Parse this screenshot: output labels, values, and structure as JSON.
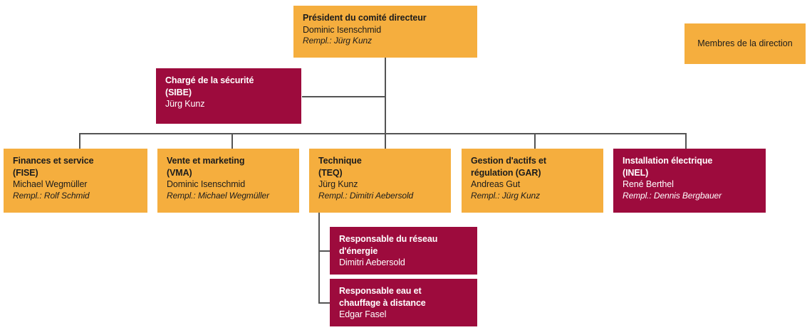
{
  "diagram": {
    "type": "org-chart",
    "language": "fr",
    "colors": {
      "orange": "#f5ae3e",
      "dark_red": "#9d0b3d",
      "connector": "#545454",
      "background": "#ffffff",
      "text_dark": "#1c1c1c",
      "text_light": "#ffffff"
    }
  },
  "legend": {
    "label": "Membres de la direction",
    "color": "#f5ae3e"
  },
  "president": {
    "title": "Président du comité directeur",
    "person": "Dominic Isenschmid",
    "deputy": "Rempl.:  Jürg Kunz",
    "color": "#f5ae3e"
  },
  "staff": {
    "title": "Chargé de la sécurité\n(SIBE)",
    "person": "Jürg Kunz",
    "deputy": "",
    "color": "#9d0b3d"
  },
  "departments": [
    {
      "title": "Finances et service\n(FISE)",
      "person": "Michael Wegmüller",
      "deputy": "Rempl.: Rolf Schmid",
      "color": "#f5ae3e"
    },
    {
      "title": "Vente et marketing\n(VMA)",
      "person": "Dominic Isenschmid",
      "deputy": "Rempl.: Michael Wegmüller",
      "color": "#f5ae3e"
    },
    {
      "title": "Technique\n(TEQ)",
      "person": "Jürg Kunz",
      "deputy": "Rempl.:  Dimitri Aebersold",
      "color": "#f5ae3e"
    },
    {
      "title": "Gestion d'actifs et\nrégulation (GAR)",
      "person": "Andreas Gut",
      "deputy": "Rempl.:  Jürg Kunz",
      "color": "#f5ae3e"
    },
    {
      "title": "Installation électrique\n(INEL)",
      "person": "René Berthel",
      "deputy": "Rempl.:  Dennis Bergbauer",
      "color": "#9d0b3d"
    }
  ],
  "subunits": [
    {
      "title": "Responsable du réseau\nd'énergie",
      "person": "Dimitri Aebersold",
      "deputy": "",
      "color": "#9d0b3d"
    },
    {
      "title": "Responsable eau et\nchauffage à distance",
      "person": "Edgar Fasel",
      "deputy": "",
      "color": "#9d0b3d"
    }
  ]
}
